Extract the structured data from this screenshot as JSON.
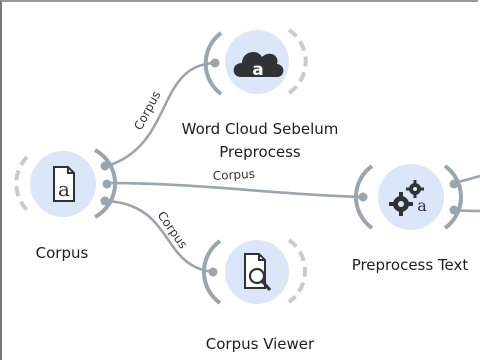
{
  "widgets": {
    "corpus": {
      "label": "Corpus",
      "icon": "document-letter-a-icon"
    },
    "word_cloud": {
      "label_line1": "Word Cloud Sebelum",
      "label_line2": "Preprocess",
      "icon": "cloud-letter-a-icon"
    },
    "corpus_viewer": {
      "label": "Corpus Viewer",
      "icon": "document-magnifier-icon"
    },
    "preprocess_text": {
      "label": "Preprocess Text",
      "icon": "gears-letter-a-icon"
    }
  },
  "links": {
    "corpus_to_wordcloud": "Corpus",
    "corpus_to_preprocess": "Corpus",
    "corpus_to_viewer": "Corpus"
  },
  "colors": {
    "link": "#9aa5ad",
    "widget_fill": "#dbe7f8",
    "dash_ring": "#c6ccd2",
    "icon_dark": "#2f3338"
  }
}
